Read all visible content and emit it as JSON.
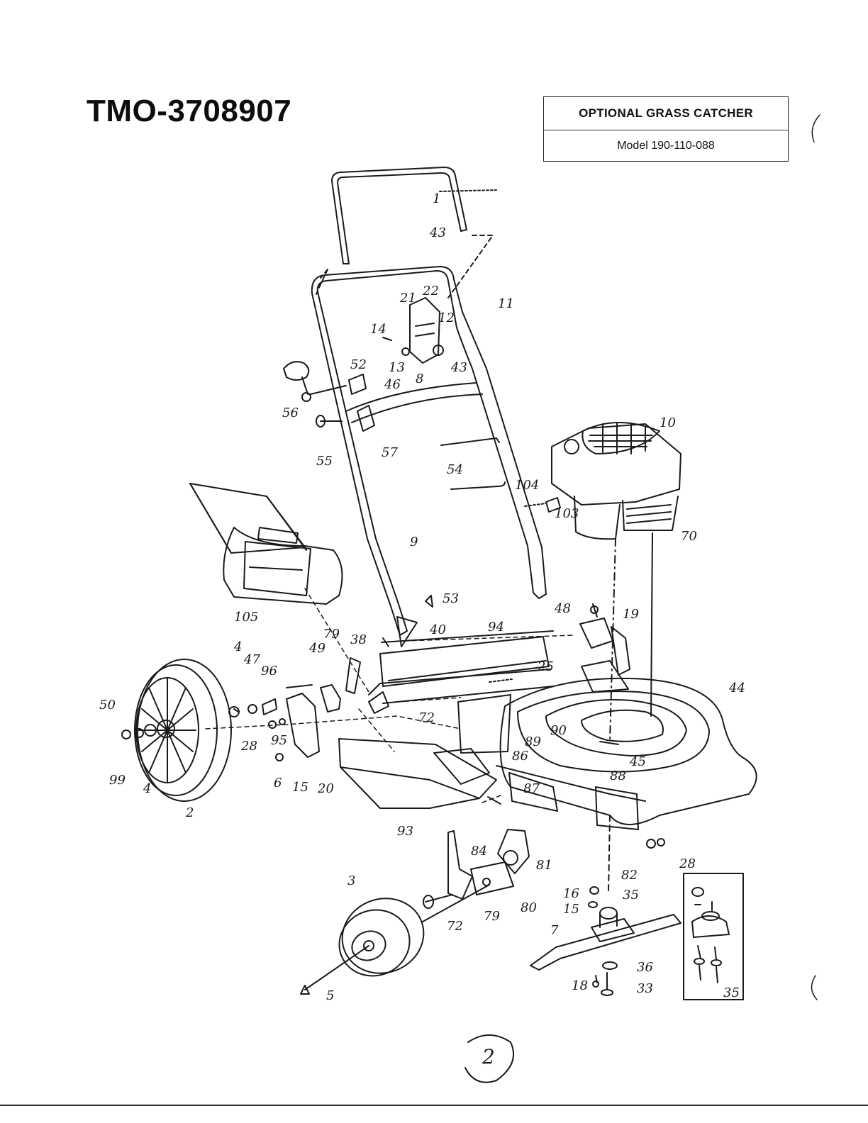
{
  "header": {
    "title": "TMO-3708907"
  },
  "option_box": {
    "title": "OPTIONAL GRASS CATCHER",
    "model": "Model 190-110-088"
  },
  "callouts": [
    "1",
    "43",
    "21",
    "22",
    "12",
    "11",
    "14",
    "13",
    "8",
    "43",
    "52",
    "46",
    "56",
    "55",
    "57",
    "10",
    "54",
    "104",
    "103",
    "70",
    "9",
    "53",
    "105",
    "48",
    "19",
    "4",
    "47",
    "96",
    "79",
    "38",
    "40",
    "94",
    "49",
    "25",
    "44",
    "50",
    "28",
    "95",
    "72",
    "90",
    "89",
    "45",
    "99",
    "4",
    "6",
    "15",
    "20",
    "86",
    "87",
    "88",
    "2",
    "93",
    "84",
    "81",
    "82",
    "28",
    "3",
    "16",
    "35",
    "15",
    "72",
    "79",
    "80",
    "7",
    "36",
    "18",
    "33",
    "5",
    "35"
  ],
  "page_mark": "2"
}
